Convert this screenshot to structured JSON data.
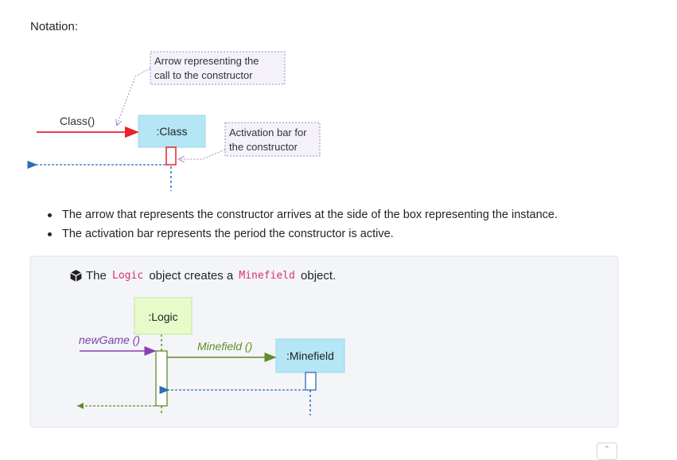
{
  "heading": "Notation:",
  "notation_diagram": {
    "call_label": "Class()",
    "instance_label": ":Class",
    "note_arrow": [
      "Arrow representing the",
      "call to the constructor"
    ],
    "note_activation": [
      "Activation bar for",
      "the constructor"
    ]
  },
  "bullets": [
    "The arrow that represents the constructor arrives at the side of the box representing the instance.",
    "The activation bar represents the period the constructor is active."
  ],
  "example": {
    "icon": "box-icon",
    "text_before": "The ",
    "code1": "Logic",
    "text_middle": " object creates a ",
    "code2": "Minefield",
    "text_after": " object.",
    "logic_label": ":Logic",
    "minefield_label": ":Minefield",
    "new_game_label": "newGame ()",
    "minefield_call_label": "Minefield ()"
  },
  "scroll_top_icon": "chevron-up-icon",
  "colors": {
    "call_arrow": "#e8222e",
    "return_arrow": "#2f6db5",
    "class_box_fill": "#b4e6f5",
    "note_border": "#8e7cc3",
    "logic_box_fill": "#e6fbc9",
    "green_arrow": "#5e8d2a",
    "purple_arrow": "#8a3fb5"
  }
}
